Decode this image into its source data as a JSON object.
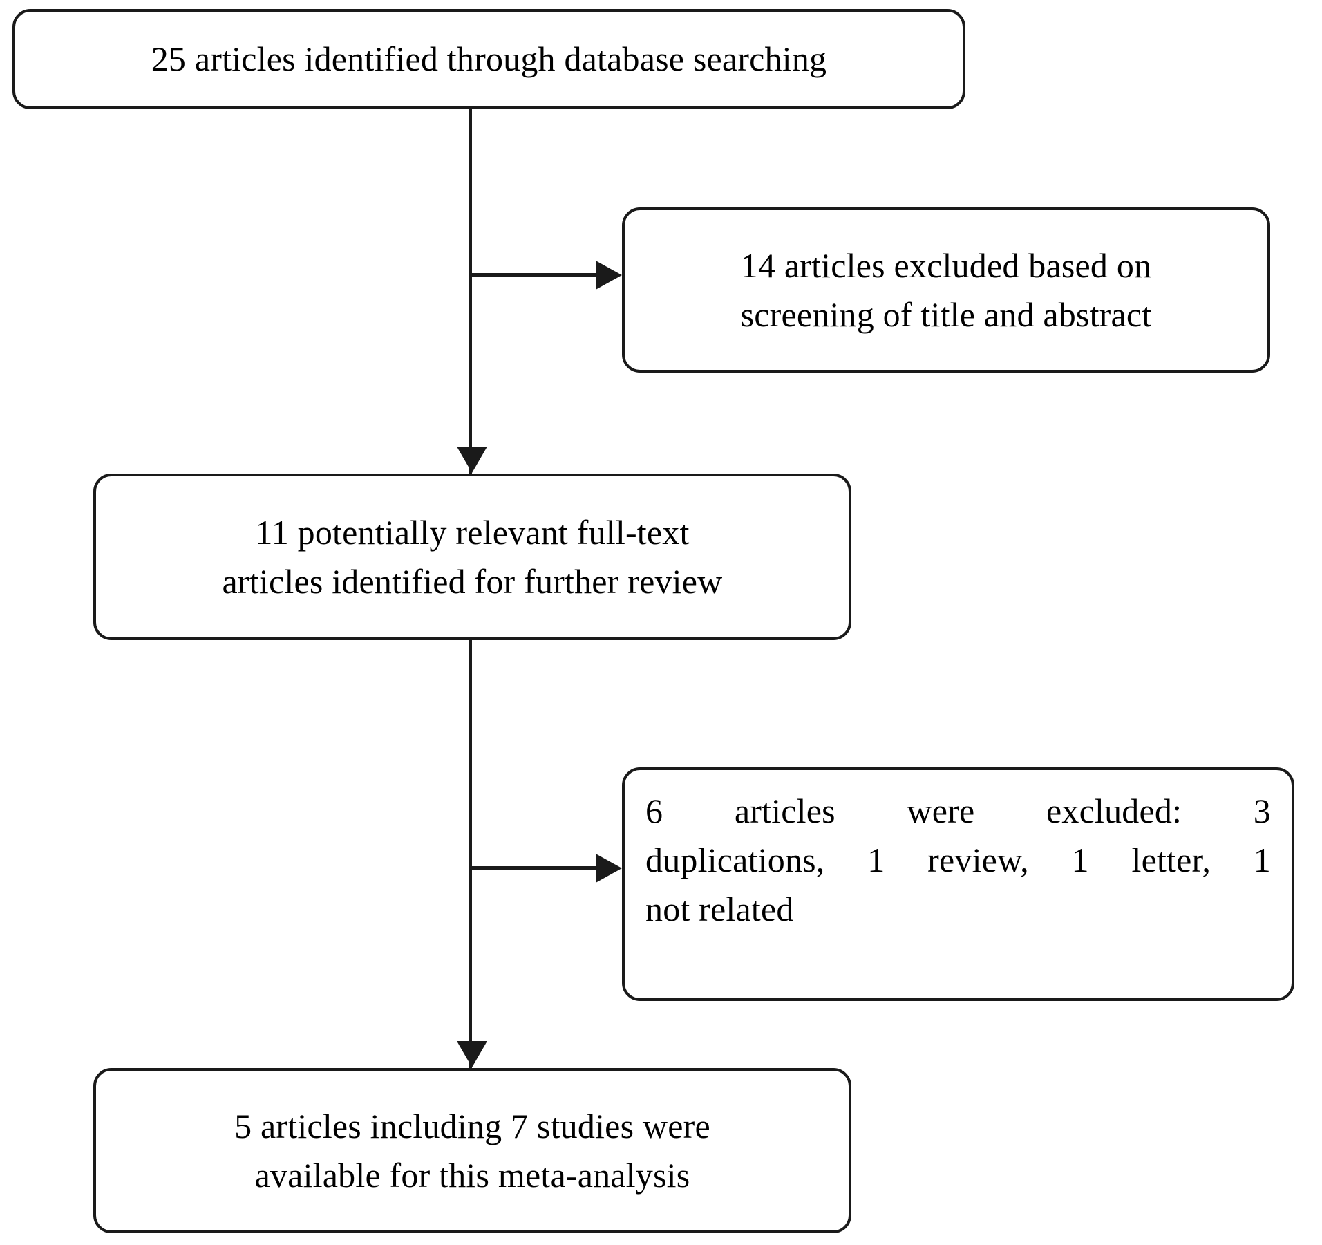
{
  "diagram": {
    "type": "prisma-flow-diagram",
    "background_color": "#ffffff",
    "stroke_color": "#1a1a1a",
    "text_color": "#000000",
    "nodes": [
      {
        "id": "identified",
        "name": "records-identified",
        "align": "center",
        "lines": [
          "25 articles identified through database searching"
        ]
      },
      {
        "id": "excluded-1",
        "name": "records-excluded-screening",
        "align": "center",
        "lines": [
          "14 articles excluded based on",
          "screening of title and abstract"
        ]
      },
      {
        "id": "fulltext",
        "name": "full-text-articles-assessed",
        "align": "center",
        "lines": [
          "11 potentially relevant full-text",
          "articles identified for further review"
        ]
      },
      {
        "id": "excluded-2",
        "name": "full-text-articles-excluded",
        "align": "justify",
        "lines": [
          "6 articles were excluded: 3",
          "duplications, 1 review, 1 letter, 1",
          "not related"
        ]
      },
      {
        "id": "included",
        "name": "studies-included",
        "align": "center",
        "lines": [
          "5 articles including 7 studies were",
          "available for this meta-analysis"
        ]
      }
    ],
    "connectors": [
      {
        "name": "identified-to-fulltext",
        "kind": "arrow-down"
      },
      {
        "name": "identified-to-excluded-1",
        "kind": "arrow-right"
      },
      {
        "name": "fulltext-to-included",
        "kind": "arrow-down"
      },
      {
        "name": "fulltext-to-excluded-2",
        "kind": "arrow-right"
      }
    ]
  }
}
